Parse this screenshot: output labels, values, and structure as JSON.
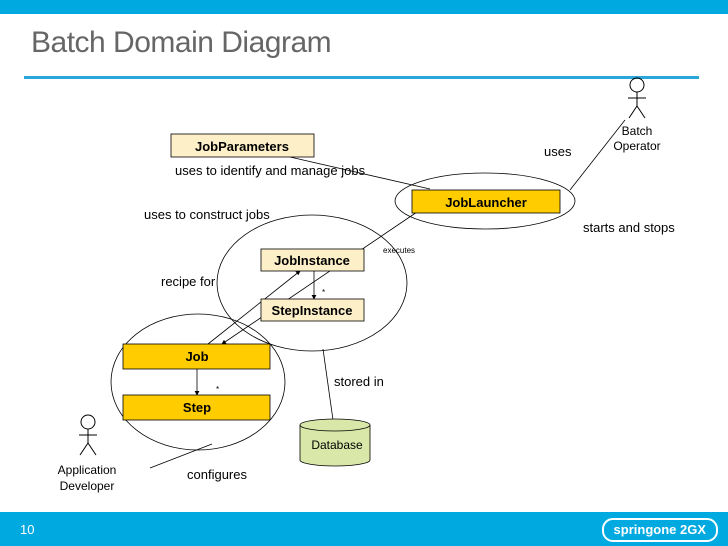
{
  "slide": {
    "title": "Batch Domain Diagram",
    "page_number": "10",
    "logo": "springone 2GX"
  },
  "colors": {
    "bar": "#00a9e0",
    "gold_box": "#ffcc00",
    "light_box": "#fdefc8",
    "database": "#d9e8a8"
  },
  "boxes": {
    "job_parameters": "JobParameters",
    "job_launcher": "JobLauncher",
    "job_instance": "JobInstance",
    "step_instance": "StepInstance",
    "job": "Job",
    "step": "Step",
    "database": "Database"
  },
  "actors": {
    "operator": [
      "Batch",
      "Operator"
    ],
    "developer": [
      "Application",
      "Developer"
    ]
  },
  "labels": {
    "uses": "uses",
    "identify": "uses to identify and manage jobs",
    "construct": "uses to construct jobs",
    "starts": "starts and stops",
    "executes": "executes",
    "recipe": "recipe for",
    "stored": "stored in",
    "configures": "configures",
    "mult1": "*",
    "mult2": "*"
  }
}
